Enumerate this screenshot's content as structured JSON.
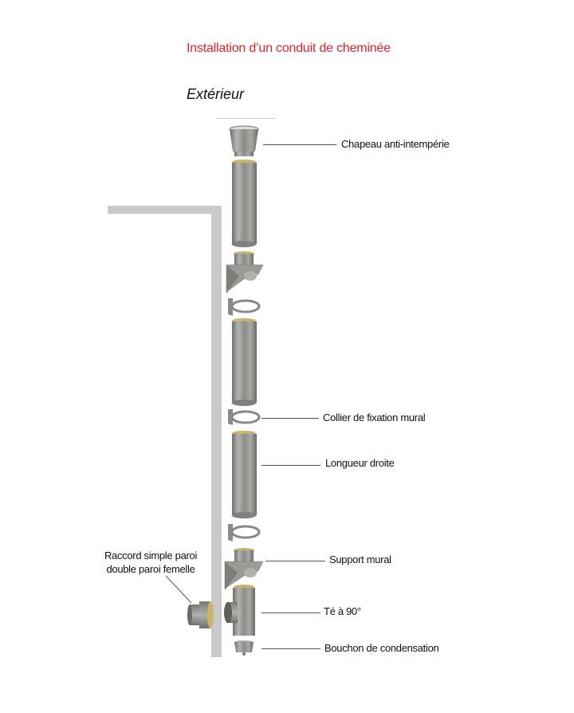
{
  "header": {
    "title": "Installation d’un conduit de cheminée",
    "subtitle": "Extérieur"
  },
  "colors": {
    "title": "#e8202a",
    "wall": "#c9c9c9",
    "metal": "#9a9a96",
    "leader": "#555555"
  },
  "components": [
    {
      "id": "chapeau",
      "label": "Chapeau anti-intempérie"
    },
    {
      "id": "collier",
      "label": "Collier de fixation mural"
    },
    {
      "id": "longueur",
      "label": "Longueur droite"
    },
    {
      "id": "support",
      "label": "Support mural"
    },
    {
      "id": "te",
      "label": "Té à 90°"
    },
    {
      "id": "bouchon",
      "label": "Bouchon de condensation"
    }
  ],
  "raccord": {
    "line1": "Raccord simple paroi",
    "line2": "double paroi femelle"
  }
}
